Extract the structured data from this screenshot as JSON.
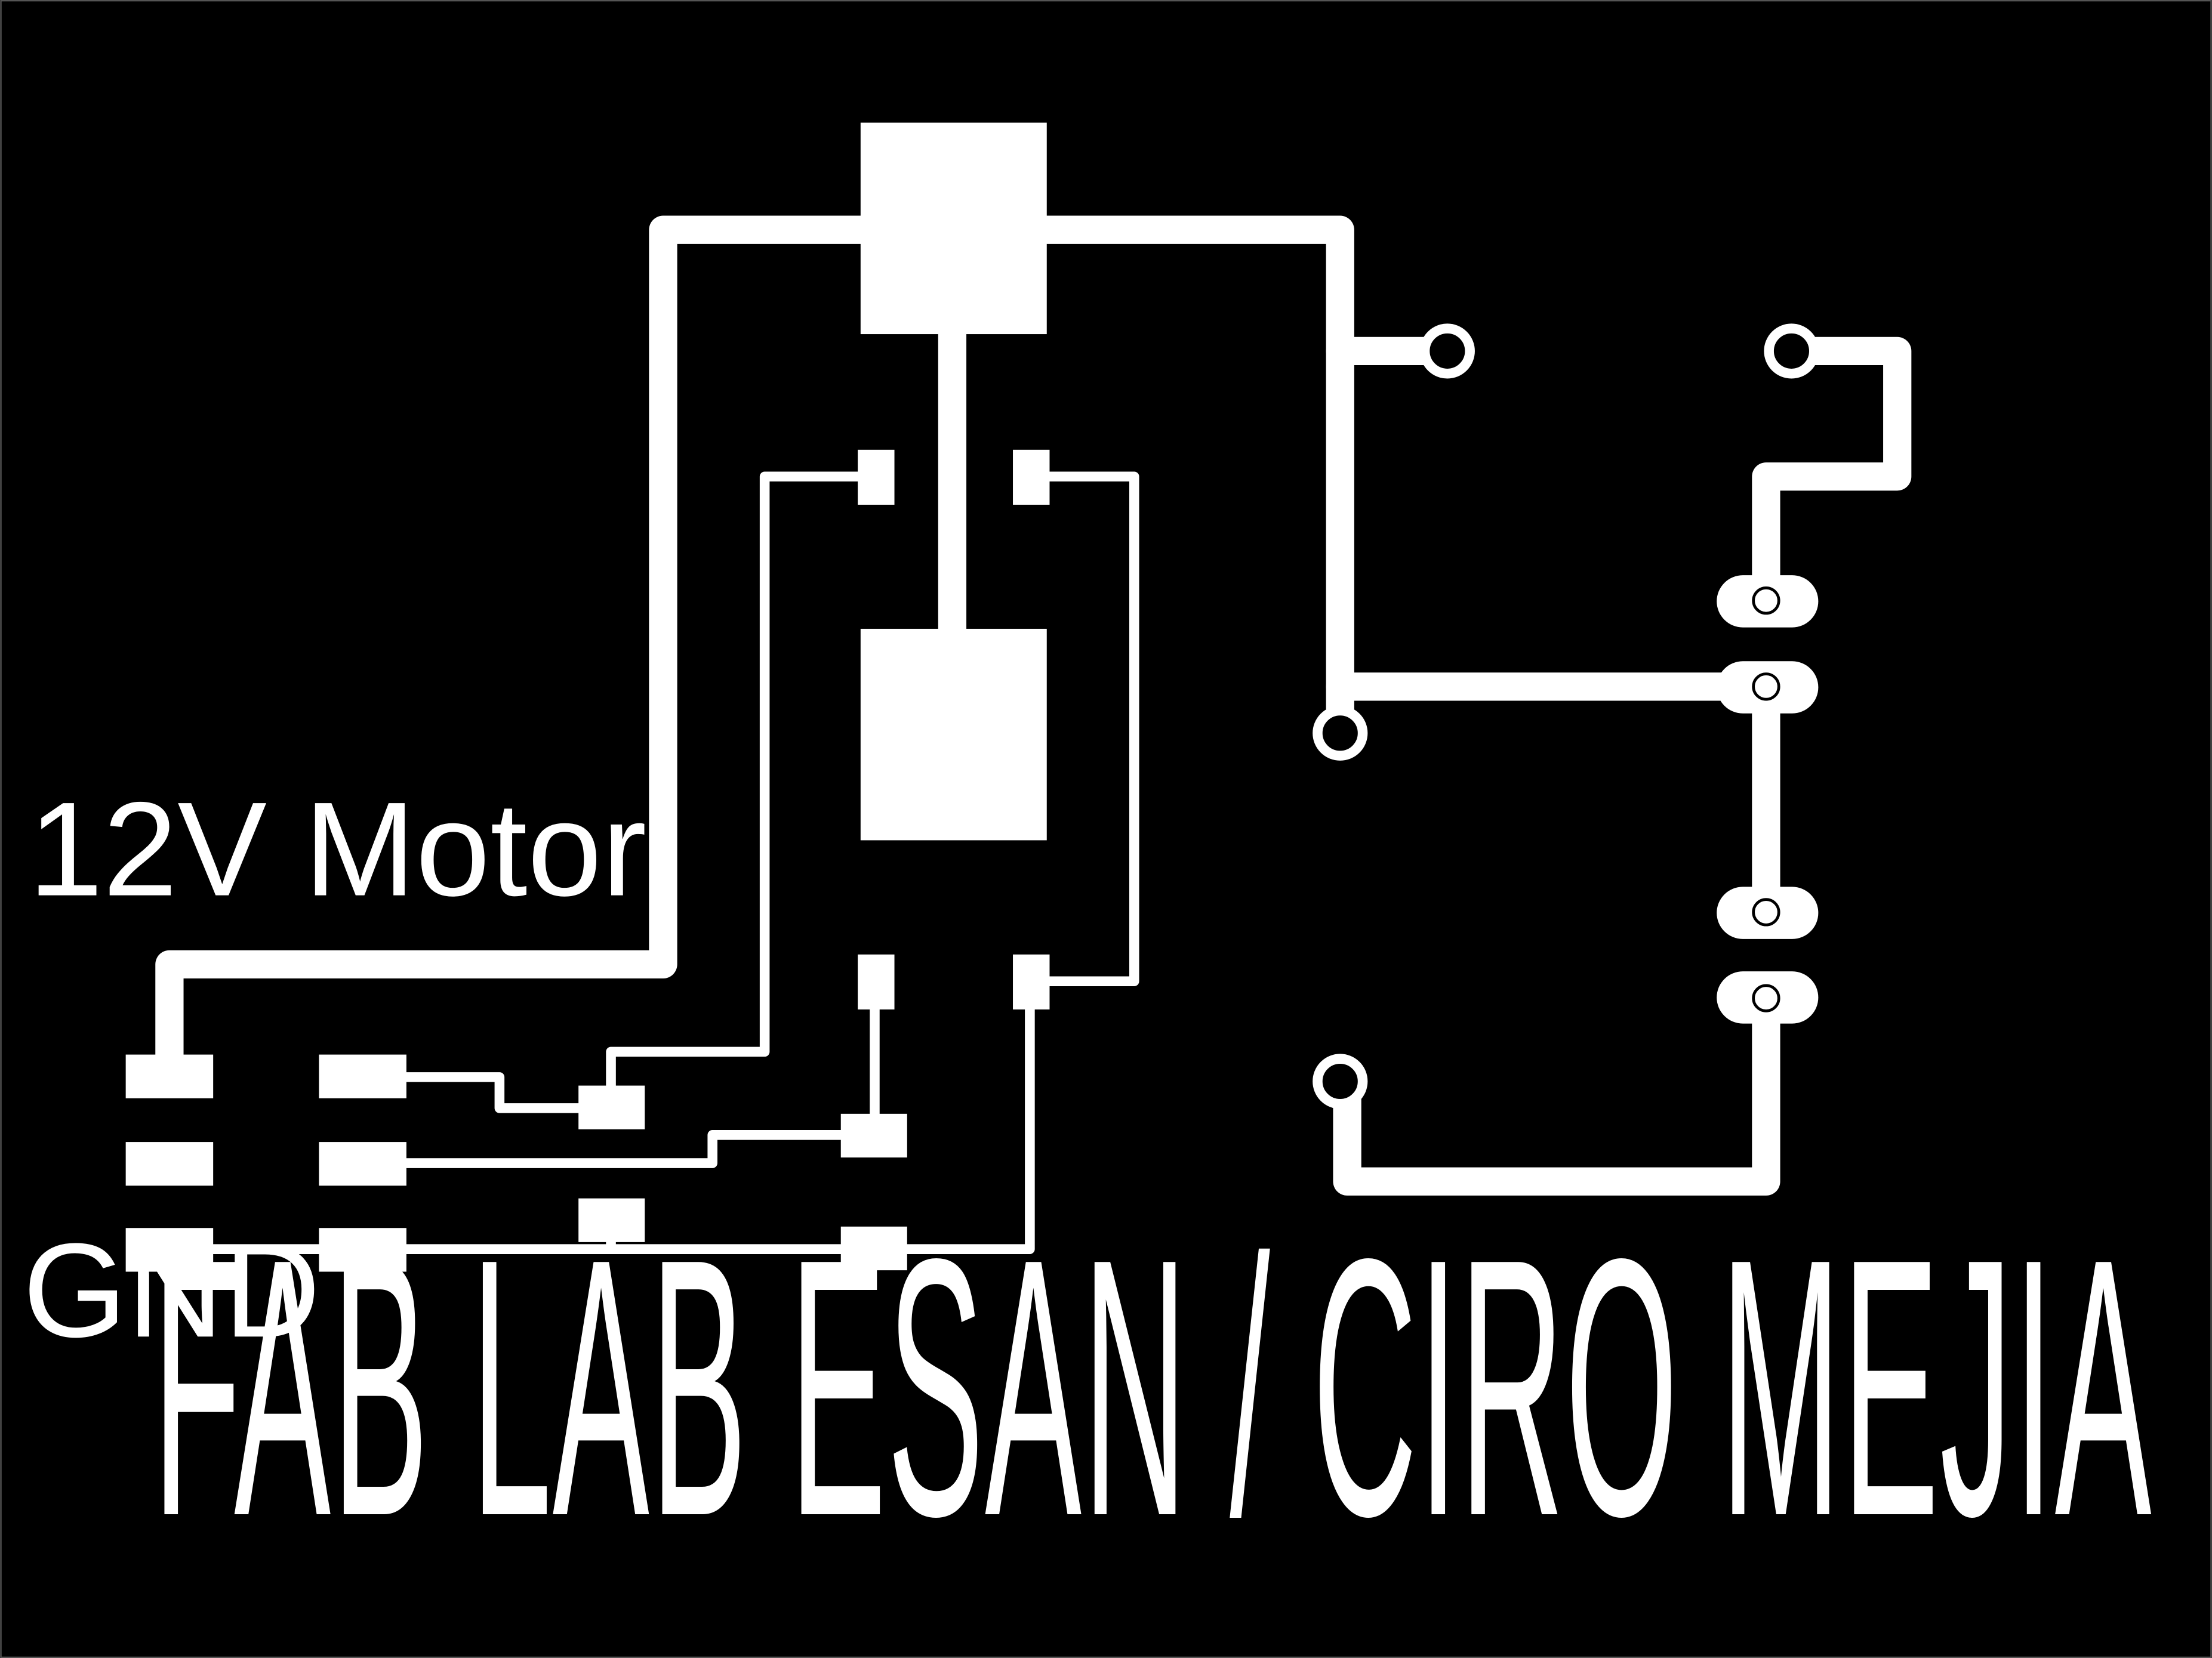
{
  "labels": {
    "power": "12V Motor",
    "ground": "GND",
    "title": "FAB LAB ESAN / CIRO MEJIA"
  },
  "colors": {
    "background": "#000000",
    "copper": "#ffffff"
  }
}
